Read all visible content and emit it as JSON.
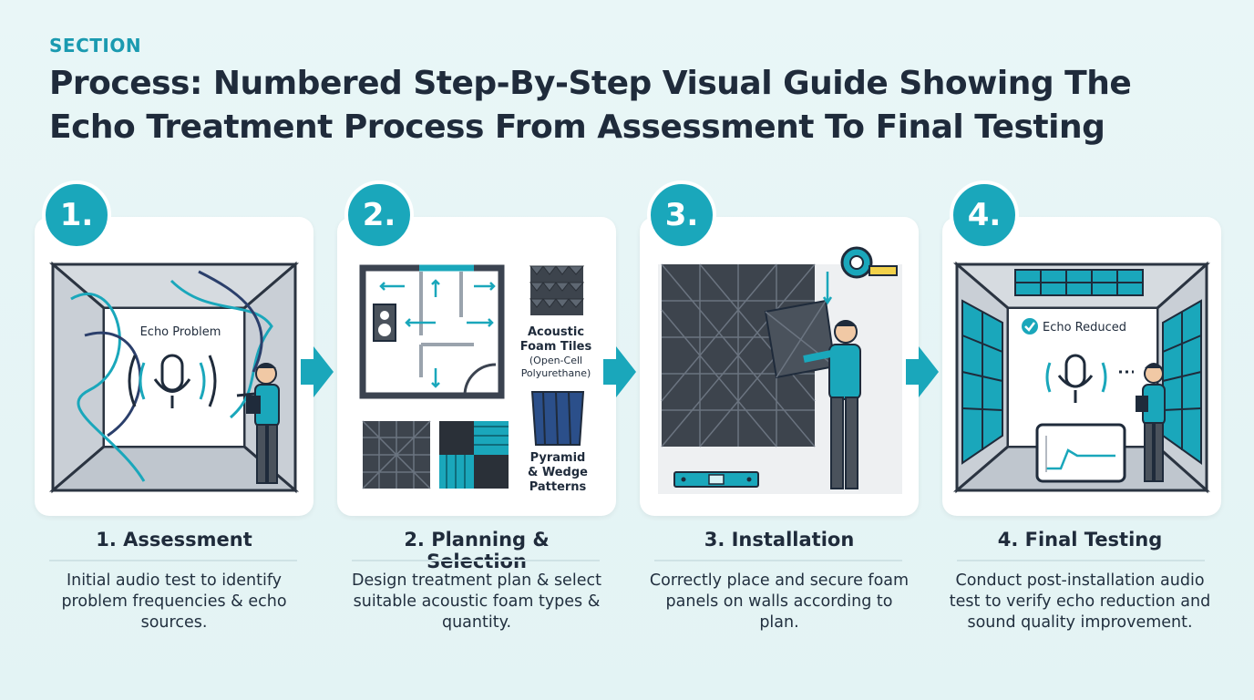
{
  "header": {
    "section": "SECTION",
    "title": "Process: Numbered Step-By-Step Visual Guide Showing The Echo Treatment Process From Assessment To Final Testing"
  },
  "steps": [
    {
      "number": "1.",
      "title": "1. Assessment",
      "description": "Initial audio test to identify problem frequencies & echo sources.",
      "illustration_label": "Echo Problem"
    },
    {
      "number": "2.",
      "title": "2. Planning & Selection",
      "description": "Design treatment plan & select suitable acoustic foam types & quantity.",
      "labels": {
        "tiles_1": "Acoustic",
        "tiles_2": "Foam Tiles",
        "tiles_3": "(Open-Cell",
        "tiles_4": "Polyurethane)",
        "patterns_1": "Pyramid",
        "patterns_2": "& Wedge",
        "patterns_3": "Patterns"
      }
    },
    {
      "number": "3.",
      "title": "3. Installation",
      "description": "Correctly place and secure foam panels on walls according to plan."
    },
    {
      "number": "4.",
      "title": "4. Final Testing",
      "description": "Conduct post-installation audio test to verify echo reduction and sound quality improvement.",
      "illustration_label": "Echo Reduced"
    }
  ],
  "colors": {
    "accent": "#1aa7bb",
    "dark": "#1f2b3b",
    "foam": "#4a525c"
  },
  "icons": [
    "microphone-icon",
    "speaker-icon",
    "tape-measure-icon",
    "level-icon",
    "checkmark-icon",
    "tablet-icon",
    "clipboard-icon"
  ]
}
